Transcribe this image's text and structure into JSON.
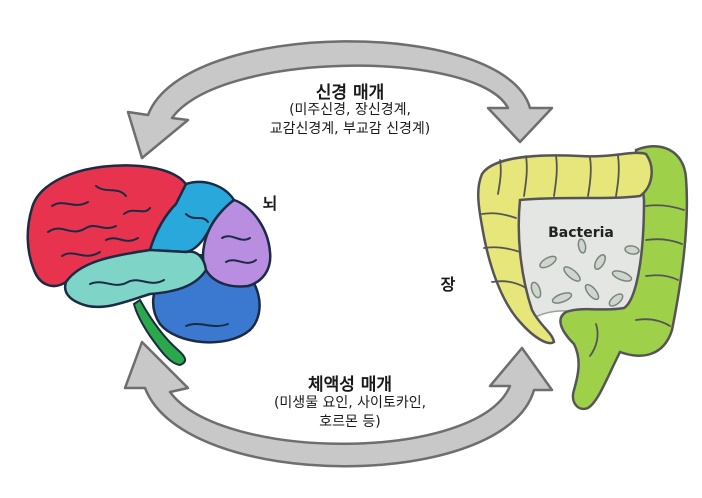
{
  "neural": {
    "title": "신경 매개",
    "line1": "(미주신경, 장신경계,",
    "line2": "교감신경계, 부교감 신경계)"
  },
  "humoral": {
    "title": "체액성 매개",
    "line1": "(미생물 요인, 사이토카인,",
    "line2": "호르몬 등)"
  },
  "labels": {
    "brain": "뇌",
    "gut": "장",
    "bacteria": "Bacteria"
  },
  "colors": {
    "arrow_fill": "#c8c8c8",
    "arrow_stroke": "#6e6e6e",
    "brain_frontal": "#e8334f",
    "brain_parietal": "#29a8dc",
    "brain_occipital": "#b98ee0",
    "brain_temporal": "#7fd4c8",
    "brain_cerebellum": "#3b78d0",
    "brain_stem": "#2aa84a",
    "colon_yellow": "#e6e67a",
    "colon_green": "#9fd04a",
    "lumen": "#e4e6e4"
  }
}
